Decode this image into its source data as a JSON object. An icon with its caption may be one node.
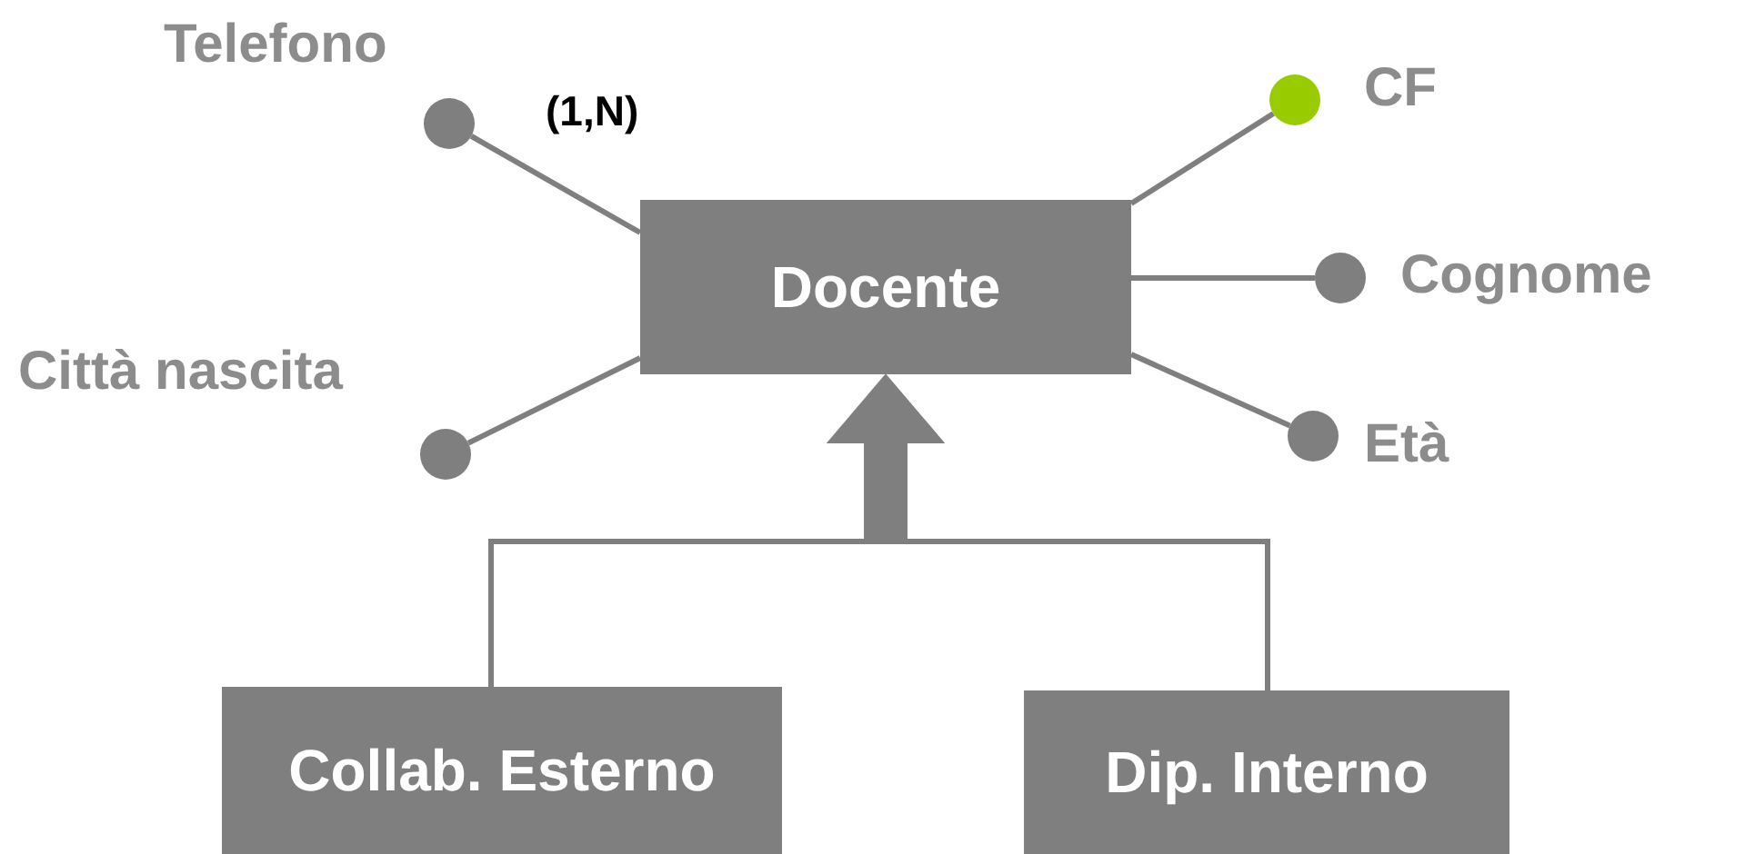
{
  "diagram": {
    "nodes": [
      {
        "text": [
          "Docente"
        ]
      },
      {
        "text": [
          "Collab. Esterno"
        ]
      },
      {
        "text": [
          "Dip. Interno"
        ]
      },
      {
        "text": [
          "Telefono"
        ]
      },
      {
        "text": [
          "Città nascita"
        ]
      },
      {
        "text": [
          "CF"
        ]
      },
      {
        "text": [
          "Cognome"
        ]
      },
      {
        "text": [
          "Età"
        ]
      }
    ],
    "edges": [
      {
        "from": 0,
        "to": 3,
        "arrow": "none",
        "label": "(1,N)"
      },
      {
        "from": 0,
        "to": 4,
        "arrow": "none"
      },
      {
        "from": 0,
        "to": 5,
        "arrow": "none"
      },
      {
        "from": 0,
        "to": 6,
        "arrow": "none"
      },
      {
        "from": 0,
        "to": 7,
        "arrow": "none"
      },
      {
        "from": 1,
        "to": 0,
        "arrow": "to"
      },
      {
        "from": 2,
        "to": 0,
        "arrow": "to"
      }
    ]
  }
}
